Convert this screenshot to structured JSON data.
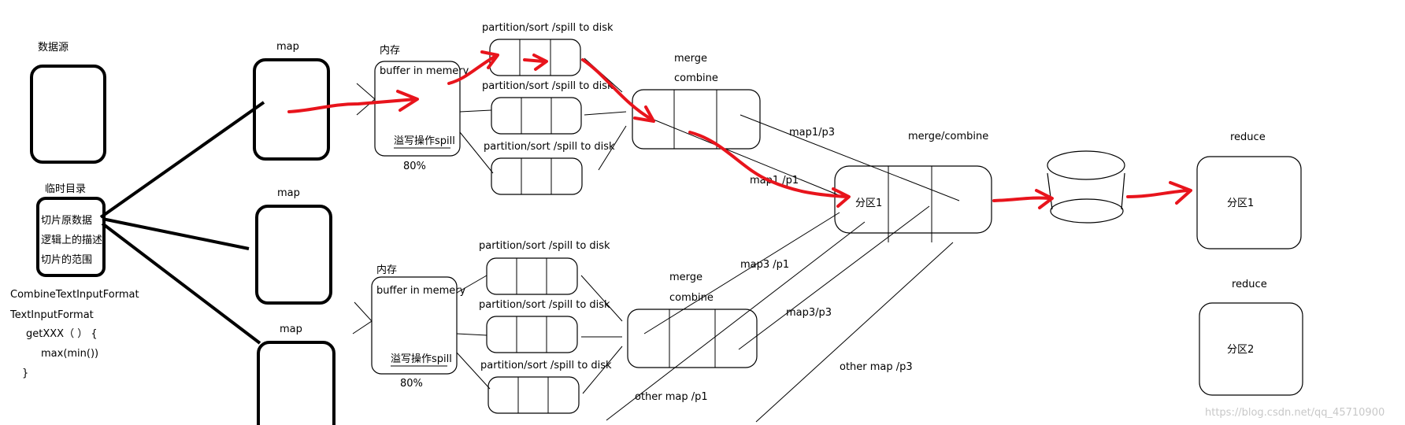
{
  "labels": {
    "data_source": "数据源",
    "map1": "map",
    "map2": "map",
    "map3": "map",
    "temp_dir": "临时目录",
    "split_line1": "切片原数据",
    "split_line2": "逻辑上的描述",
    "split_line3": "切片的范围",
    "code1": "CombineTextInputFormat",
    "code2": "TextInputFormat",
    "code3": "getXXX（ ） {",
    "code4": "max(min())",
    "code5": "}",
    "mem_top": "内存",
    "buffer_top": "buffer in memery",
    "spill_top": "溢写操作spill",
    "pct_top": "80%",
    "mem_bot": "内存",
    "buffer_bot": "buffer in memery",
    "spill_bot": "溢写操作spill",
    "pct_bot": "80%",
    "pst1": "partition/sort /spill to disk",
    "pst2": "partition/sort /spill to disk",
    "pst3": "partition/sort /spill to disk",
    "pst4": "partition/sort /spill to disk",
    "pst5": "partition/sort /spill to disk",
    "pst6": "partition/sort /spill to disk",
    "merge_top": "merge",
    "combine_top": "combine",
    "merge_bot": "merge",
    "combine_bot": "combine",
    "map1p3": "map1/p3",
    "map1p1": "map1 /p1",
    "map3p1": "map3 /p1",
    "map3p3": "map3/p3",
    "other_p1": "other map /p1",
    "other_p3": "other map /p3",
    "merge_combine": "merge/combine",
    "partition1": "分区1",
    "reduce1": "reduce",
    "reduce1_part": "分区1",
    "reduce2": "reduce",
    "reduce2_part": "分区2",
    "watermark": "https://blog.csdn.net/qq_45710900"
  },
  "colors": {
    "ink": "#000000",
    "arrow": "#e8141c"
  }
}
